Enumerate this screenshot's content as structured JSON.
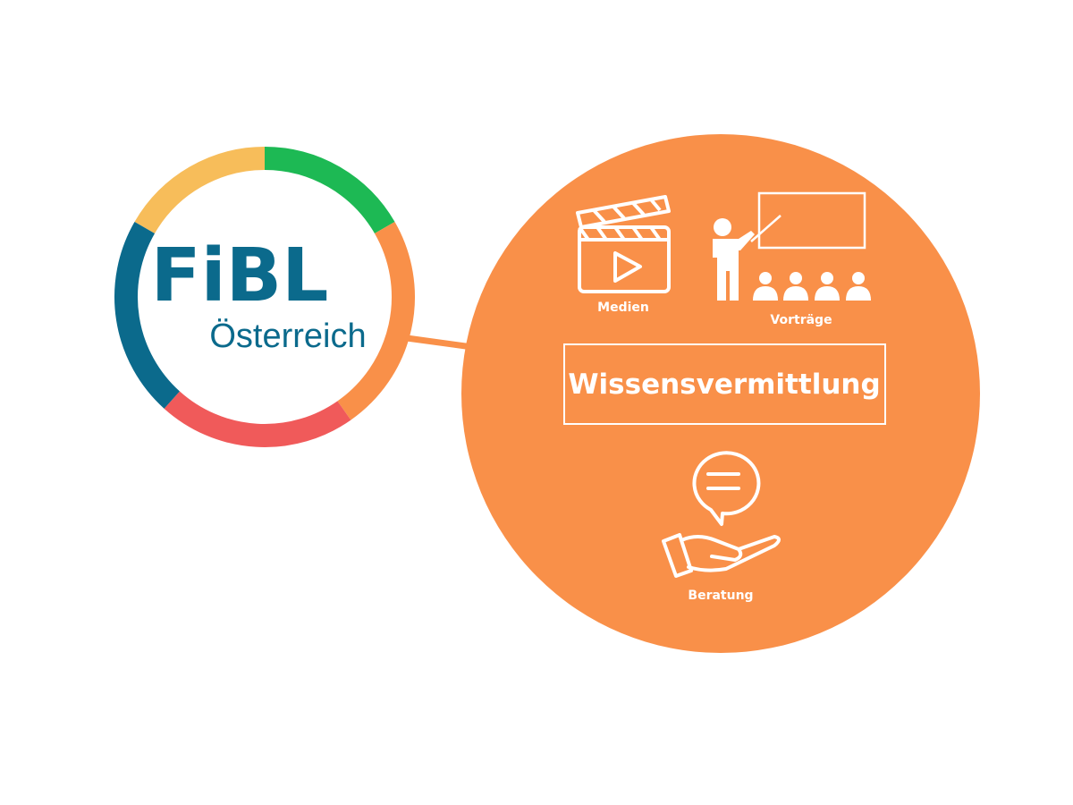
{
  "logo": {
    "name": "FiBL",
    "subtitle": "Österreich",
    "ring_colors": [
      "#f7bd5a",
      "#1db954",
      "#f99049",
      "#f05a5a",
      "#0b6a8c"
    ],
    "text_color": "#0b6a8c"
  },
  "topic": {
    "title": "Wissensvermittlung",
    "fill_color": "#f99049"
  },
  "items": [
    {
      "label": "Medien",
      "icon": "clapperboard-play-icon"
    },
    {
      "label": "Vorträge",
      "icon": "presenter-audience-icon"
    },
    {
      "label": "Beratung",
      "icon": "hand-speech-bubble-icon"
    }
  ]
}
